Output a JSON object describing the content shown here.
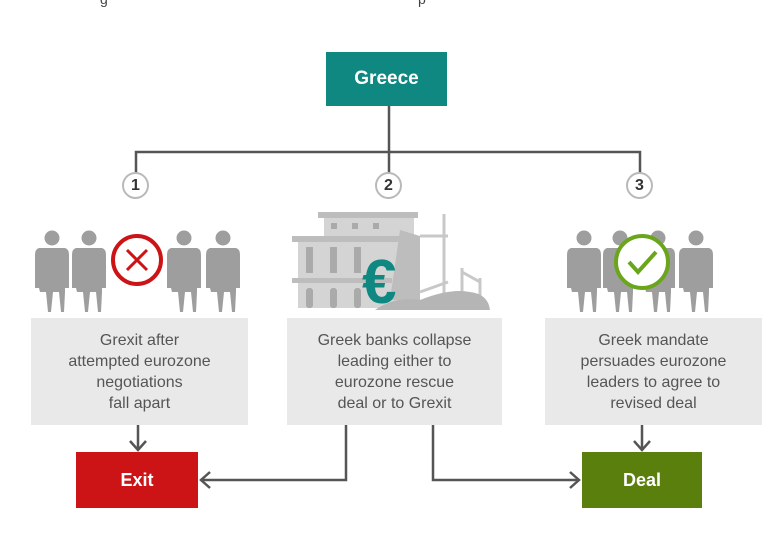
{
  "root": {
    "label": "Greece"
  },
  "scenarios": [
    {
      "number": "1",
      "icon": "people-with-cross-icon",
      "description": "Grexit after\nattempted eurozone\nnegotiations\nfall apart"
    },
    {
      "number": "2",
      "icon": "collapsed-bank-euro-icon",
      "description": "Greek banks collapse\nleading either to\neurozone rescue\ndeal or to Grexit"
    },
    {
      "number": "3",
      "icon": "people-with-check-icon",
      "description": "Greek mandate\npersuades eurozone\nleaders to agree to\nrevised deal"
    }
  ],
  "outcomes": {
    "exit": {
      "label": "Exit",
      "color": "#cc1417"
    },
    "deal": {
      "label": "Deal",
      "color": "#5b7f0c"
    }
  },
  "colors": {
    "root": "#0e8880",
    "connector": "#555555",
    "box": "#e9e9e9",
    "figure": "#9e9e9e"
  }
}
